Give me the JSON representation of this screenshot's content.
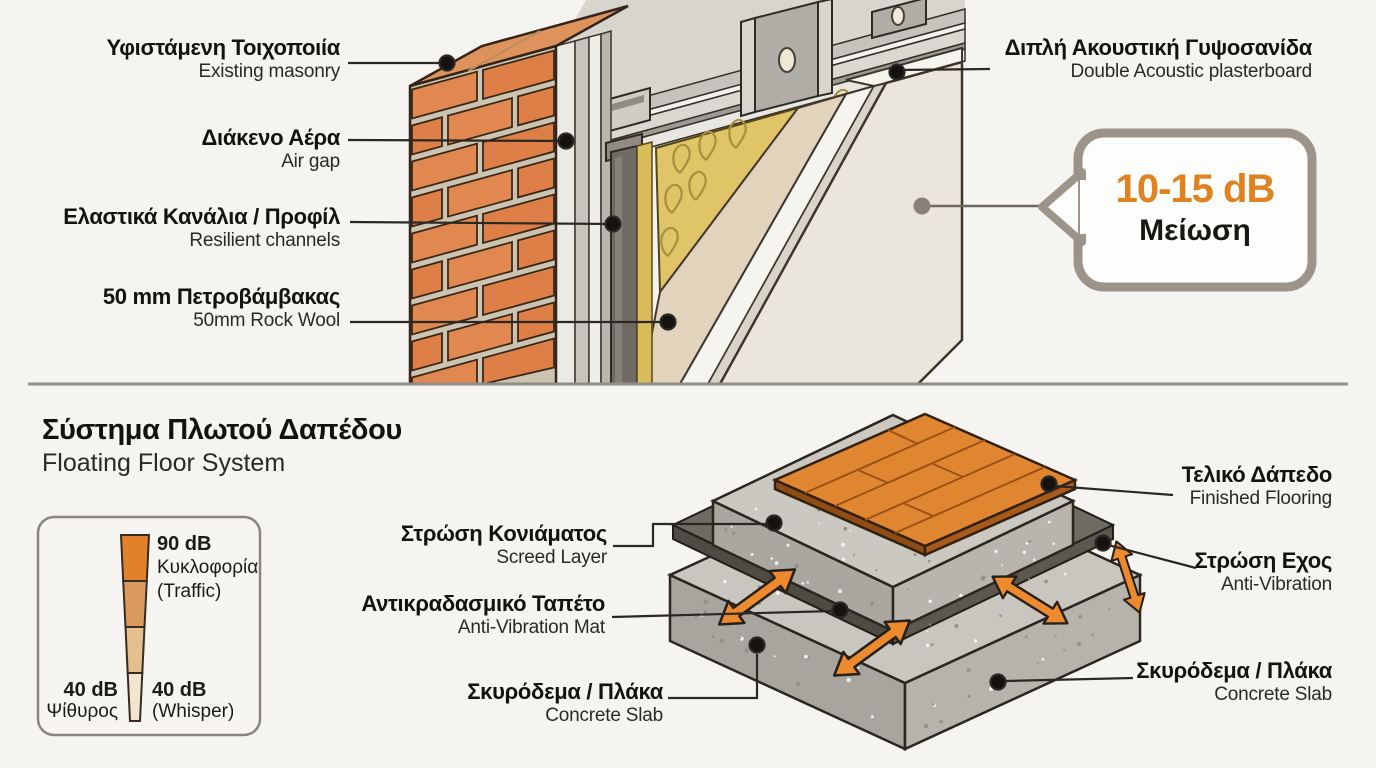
{
  "wall": {
    "labels_left": [
      {
        "el": "Υφιστάμενη Τοιχοποιία",
        "en": "Existing masonry"
      },
      {
        "el": "Διάκενο Αέρα",
        "en": "Air gap"
      },
      {
        "el": "Ελαστικά Κανάλια / Προφίλ",
        "en": "Resilient channels"
      },
      {
        "el": "50 mm Πετροβάμβακας",
        "en": "50mm Rock Wool"
      }
    ],
    "label_right": {
      "el": "Διπλή Ακουστική Γυψοσανίδα",
      "en": "Double Acoustic plasterboard"
    },
    "callout": {
      "value": "10-15 dB",
      "caption": "Μείωση"
    }
  },
  "floor": {
    "title_el": "Σύστημα Πλωτού Δαπέδου",
    "title_en": "Floating Floor System",
    "legend": {
      "top_db": "90 dB",
      "top_el": "Κυκλοφορία",
      "top_en": "(Traffic)",
      "bottom_left_db": "40 dB",
      "bottom_left_el": "Ψίθυρος",
      "bottom_right_db": "40 dB",
      "bottom_right_en": "(Whisper)"
    },
    "labels_left": [
      {
        "el": "Στρώση Κονιάματος",
        "en": "Screed Layer"
      },
      {
        "el": "Αντικραδασμικό Ταπέτο",
        "en": "Anti-Vibration Mat"
      },
      {
        "el": "Σκυρόδεμα / Πλάκα",
        "en": "Concrete Slab"
      }
    ],
    "labels_right": [
      {
        "el": "Τελικό Δάπεδο",
        "en": "Finished Flooring"
      },
      {
        "el": "Στρώση Εχος",
        "en": "Anti-Vibration"
      },
      {
        "el": "Σκυρόδεμα / Πλάκα",
        "en": "Concrete Slab"
      }
    ]
  },
  "colors": {
    "accent_orange": "#e0821f",
    "brick": "#dd7f47",
    "rock_wool": "#dfc468",
    "concrete": "#c9c6bf",
    "anti_vibration_mat": "#6e6b63",
    "wood_floor": "#e08631",
    "bubble_border": "#9c948b",
    "background": "#f6f4f1"
  }
}
